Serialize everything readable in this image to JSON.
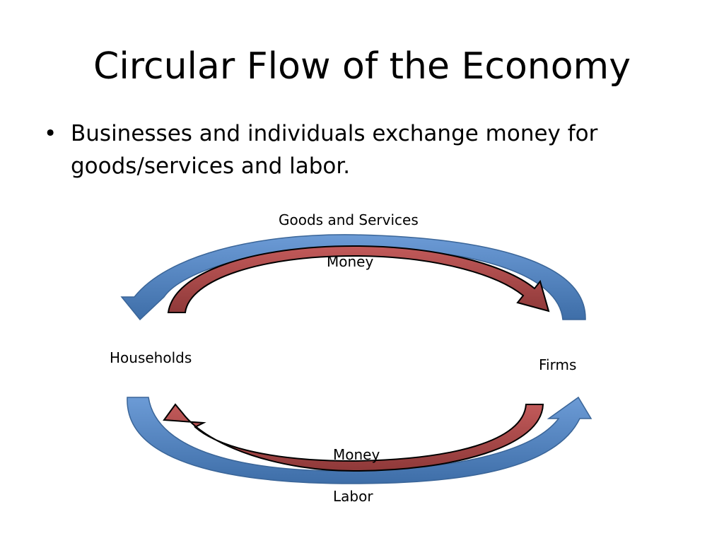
{
  "slide": {
    "title": "Circular Flow of the Economy",
    "bullets": [
      "Businesses and individuals exchange money for goods/services and labor."
    ],
    "bullet_glyph": "•"
  },
  "diagram": {
    "nodes": {
      "households": "Households",
      "firms": "Firms"
    },
    "flows": {
      "top_outer": "Goods and Services",
      "top_inner": "Money",
      "bottom_inner": "Money",
      "bottom_outer": "Labor"
    },
    "colors": {
      "blue_arrow": "#4F81BD",
      "blue_arrow_dark": "#3A6598",
      "red_arrow": "#B04A4A",
      "red_arrow_dark": "#8C3A3A",
      "outline": "#000000"
    }
  }
}
